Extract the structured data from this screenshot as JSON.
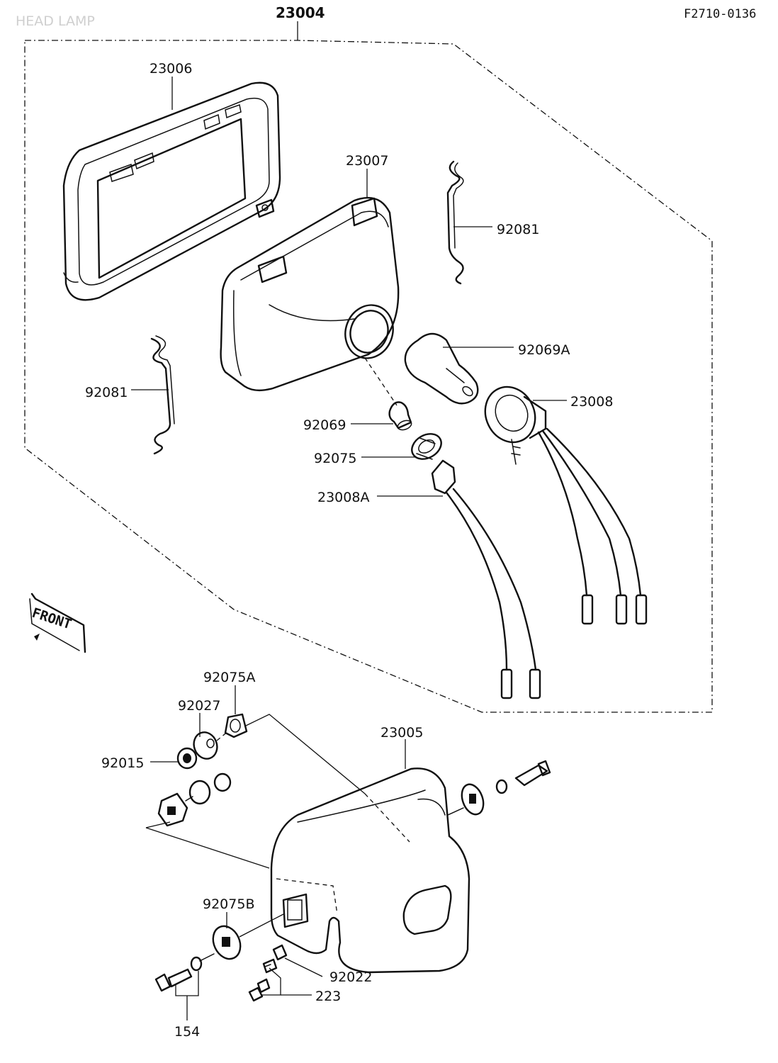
{
  "header": {
    "title": "HEAD LAMP",
    "diagram_code": "F2710-0136"
  },
  "orientation_label": "FRONT",
  "parts": [
    {
      "number": "23004"
    },
    {
      "number": "23006"
    },
    {
      "number": "23007"
    },
    {
      "number": "92081"
    },
    {
      "number": "92081"
    },
    {
      "number": "92069A"
    },
    {
      "number": "23008"
    },
    {
      "number": "92069"
    },
    {
      "number": "92075"
    },
    {
      "number": "23008A"
    },
    {
      "number": "92075A"
    },
    {
      "number": "92027"
    },
    {
      "number": "92015"
    },
    {
      "number": "23005"
    },
    {
      "number": "92075B"
    },
    {
      "number": "92022"
    },
    {
      "number": "223"
    },
    {
      "number": "154"
    }
  ]
}
